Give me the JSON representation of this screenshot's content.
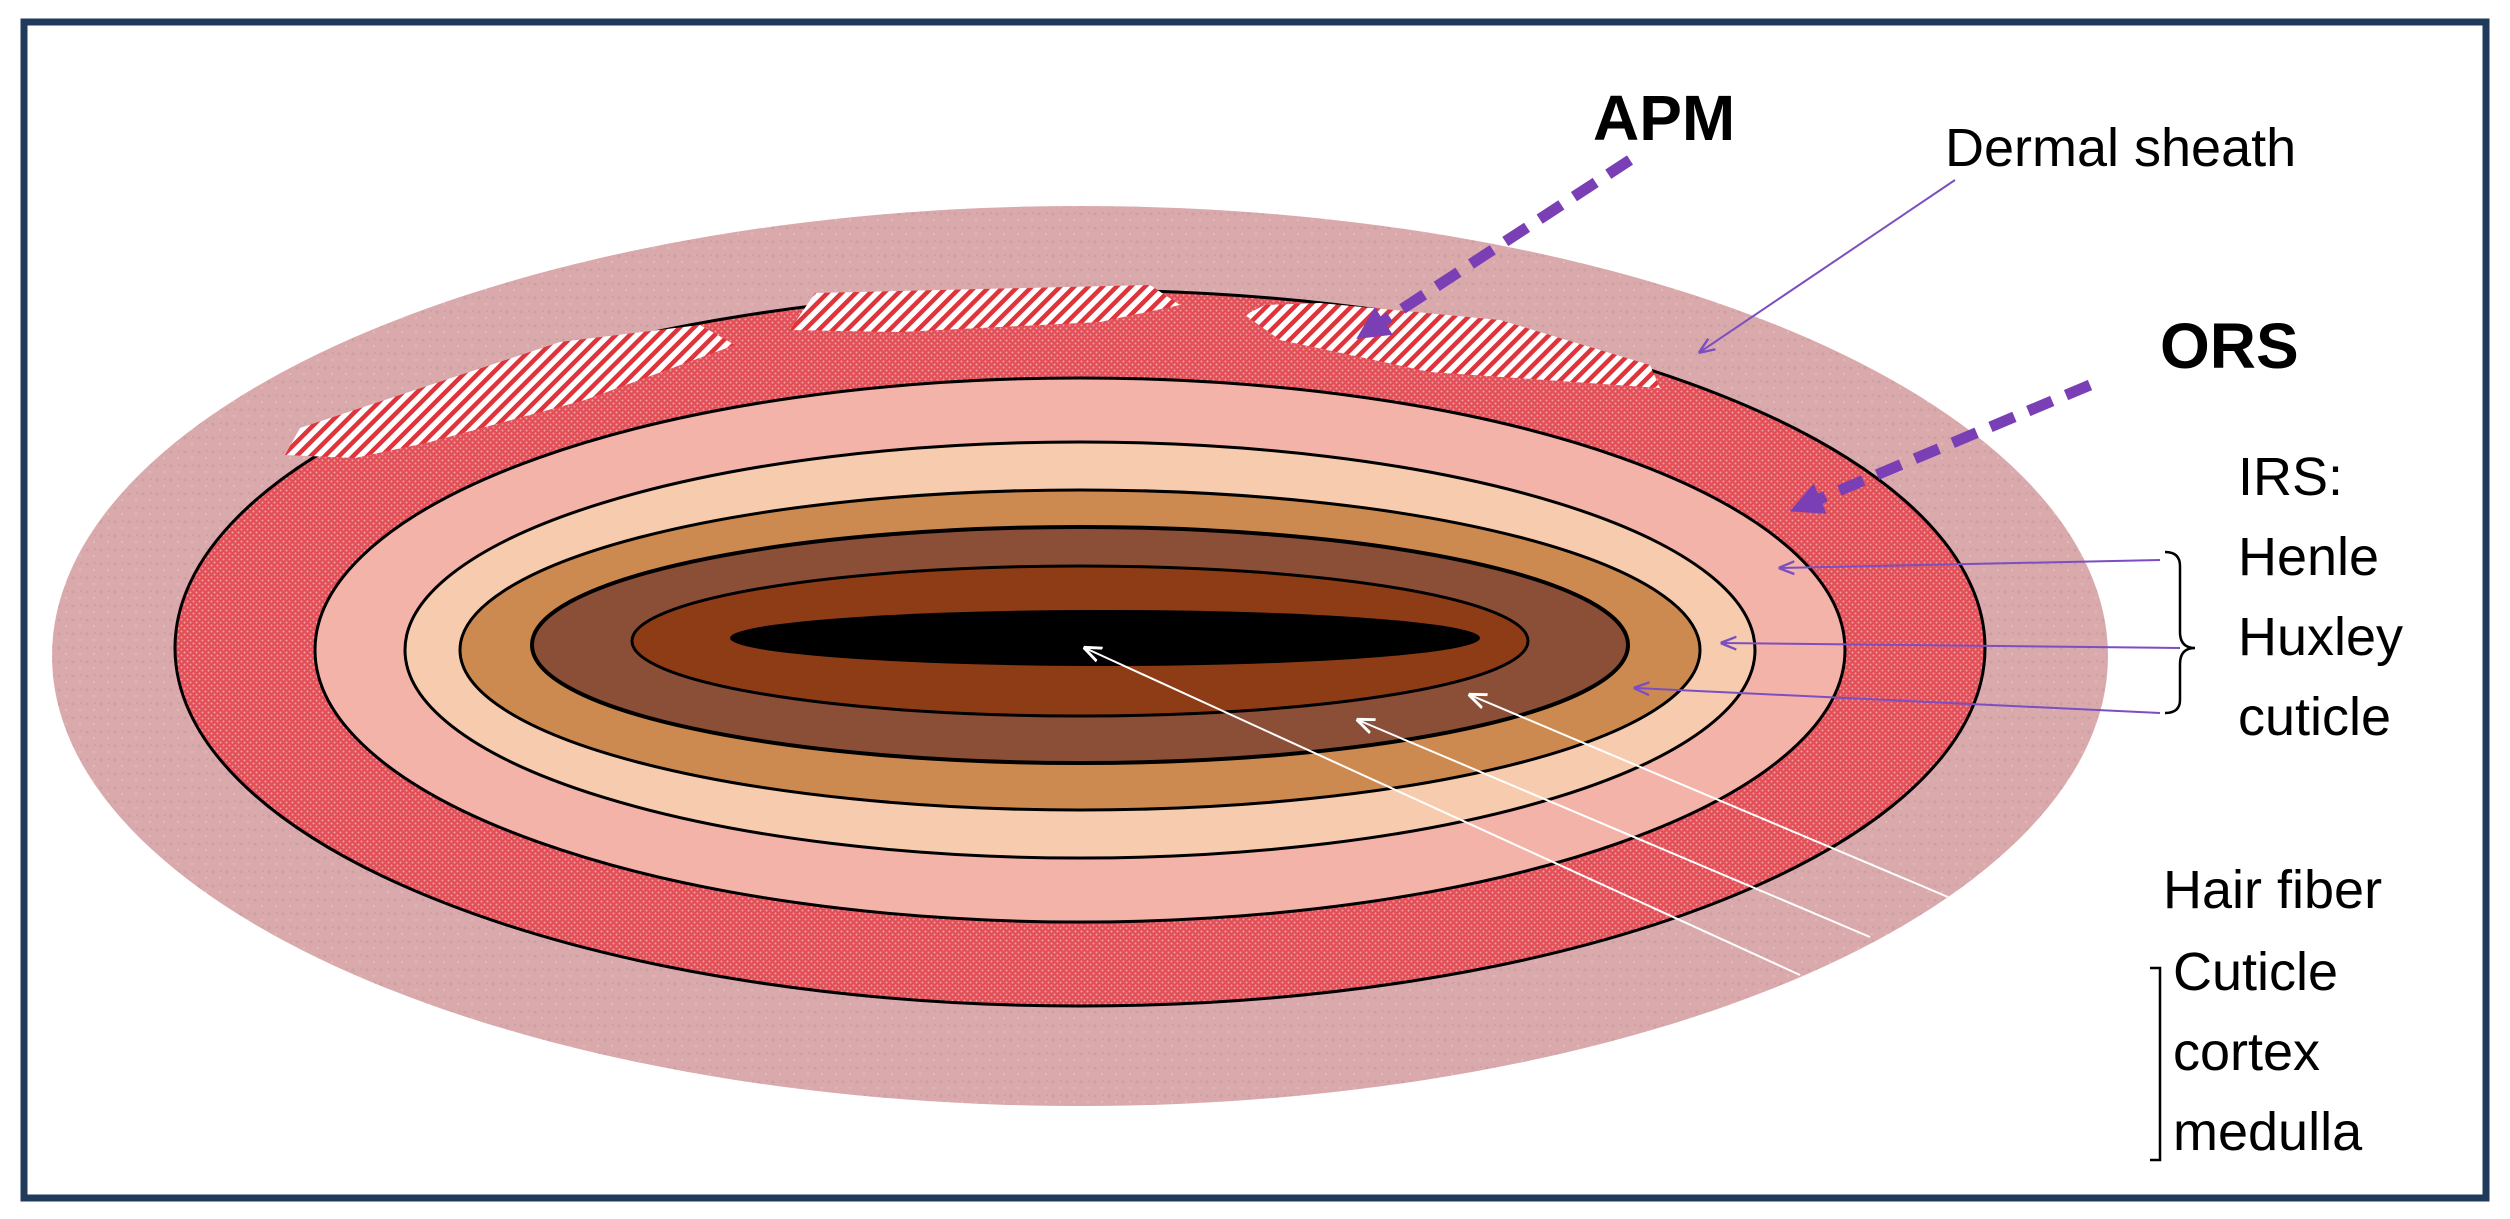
{
  "labels": {
    "apm": "APM",
    "dermal_sheath": "Dermal sheath",
    "ors": "ORS",
    "irs_heading": "IRS:",
    "irs_henle": "Henle",
    "irs_huxley": "Huxley",
    "irs_cuticle": "cuticle",
    "hair_fiber_heading": "Hair fiber",
    "fiber_cuticle": "Cuticle",
    "fiber_cortex": "cortex",
    "fiber_medulla": "medulla"
  },
  "colors": {
    "frame": "#1f3a5a",
    "dermal_sheath": "#d9a9ac",
    "ors": "#e4525a",
    "henle": "#f3b3a8",
    "huxley": "#f7ccae",
    "irs_cuticle": "#cd8a50",
    "fiber_cuticle": "#8b4e36",
    "cortex": "#8e3c16",
    "medulla": "#000000",
    "arrow_purple": "#7b3fb5",
    "leader_purple": "#7b4fc0",
    "leader_white": "#ffffff"
  }
}
